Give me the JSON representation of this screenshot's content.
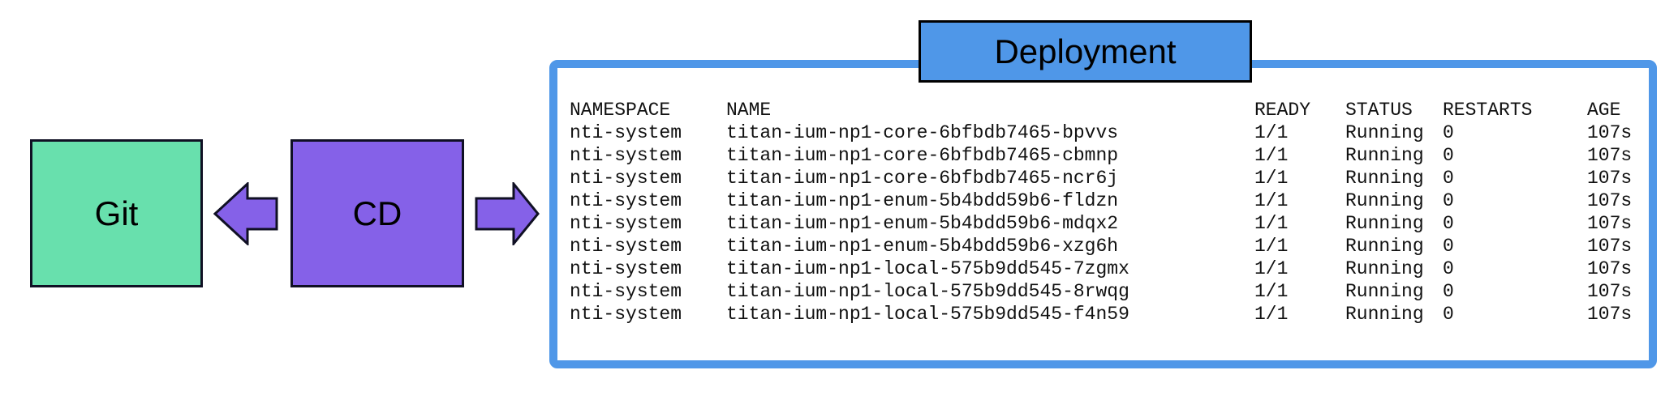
{
  "diagram": {
    "git_label": "Git",
    "cd_label": "CD",
    "deployment_label": "Deployment"
  },
  "colors": {
    "git_fill": "#68e0ad",
    "cd_fill": "#8561e8",
    "arrow_fill": "#8561e8",
    "accent_blue": "#4f97e8",
    "outline": "#101024"
  },
  "pod_table": {
    "columns": [
      "NAMESPACE",
      "NAME",
      "READY",
      "STATUS",
      "RESTARTS",
      "AGE"
    ],
    "rows": [
      [
        "nti-system",
        "titan-ium-np1-core-6bfbdb7465-bpvvs",
        "1/1",
        "Running",
        "0",
        "107s"
      ],
      [
        "nti-system",
        "titan-ium-np1-core-6bfbdb7465-cbmnp",
        "1/1",
        "Running",
        "0",
        "107s"
      ],
      [
        "nti-system",
        "titan-ium-np1-core-6bfbdb7465-ncr6j",
        "1/1",
        "Running",
        "0",
        "107s"
      ],
      [
        "nti-system",
        "titan-ium-np1-enum-5b4bdd59b6-fldzn",
        "1/1",
        "Running",
        "0",
        "107s"
      ],
      [
        "nti-system",
        "titan-ium-np1-enum-5b4bdd59b6-mdqx2",
        "1/1",
        "Running",
        "0",
        "107s"
      ],
      [
        "nti-system",
        "titan-ium-np1-enum-5b4bdd59b6-xzg6h",
        "1/1",
        "Running",
        "0",
        "107s"
      ],
      [
        "nti-system",
        "titan-ium-np1-local-575b9dd545-7zgmx",
        "1/1",
        "Running",
        "0",
        "107s"
      ],
      [
        "nti-system",
        "titan-ium-np1-local-575b9dd545-8rwqg",
        "1/1",
        "Running",
        "0",
        "107s"
      ],
      [
        "nti-system",
        "titan-ium-np1-local-575b9dd545-f4n59",
        "1/1",
        "Running",
        "0",
        "107s"
      ]
    ]
  }
}
